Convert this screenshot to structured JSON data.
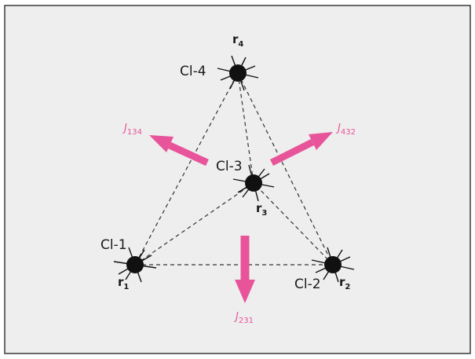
{
  "colors": {
    "panel_bg": "#eeeeee",
    "panel_border": "#3a3a3a",
    "atom": "#111111",
    "bond_line": "#333333",
    "flux_arrow": "#e8549a"
  },
  "atoms": [
    {
      "id": "cl1",
      "label": "Cl-1",
      "r_main": "r",
      "r_sub": "1"
    },
    {
      "id": "cl2",
      "label": "Cl-2",
      "r_main": "r",
      "r_sub": "2"
    },
    {
      "id": "cl3",
      "label": "Cl-3",
      "r_main": "r",
      "r_sub": "3"
    },
    {
      "id": "cl4",
      "label": "Cl-4",
      "r_main": "r",
      "r_sub": "4"
    }
  ],
  "fluxes": [
    {
      "id": "j134",
      "main": "J",
      "sub": "134"
    },
    {
      "id": "j432",
      "main": "J",
      "sub": "432"
    },
    {
      "id": "j231",
      "main": "J",
      "sub": "231"
    }
  ]
}
